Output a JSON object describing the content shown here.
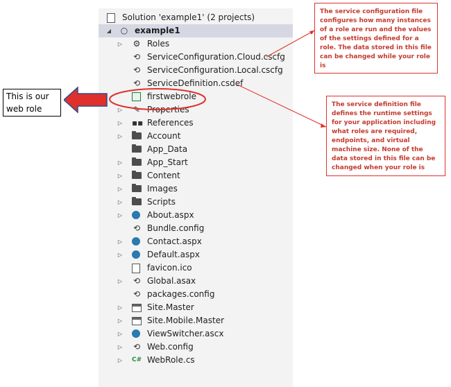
{
  "solution_explorer": {
    "items": [
      {
        "label": "Solution 'example1' (2 projects)",
        "icon": "solution-icon",
        "expander": "",
        "bold": false,
        "selected": false
      },
      {
        "label": "example1",
        "icon": "cloud-project-icon",
        "expander": "◢",
        "bold": true,
        "selected": true
      },
      {
        "label": "Roles",
        "icon": "roles-icon",
        "expander": "▷",
        "bold": false,
        "selected": false
      },
      {
        "label": "ServiceConfiguration.Cloud.cscfg",
        "icon": "config-file-icon",
        "expander": "",
        "bold": false,
        "selected": false
      },
      {
        "label": "ServiceConfiguration.Local.cscfg",
        "icon": "config-file-icon",
        "expander": "",
        "bold": false,
        "selected": false
      },
      {
        "label": "ServiceDefinition.csdef",
        "icon": "config-file-icon",
        "expander": "",
        "bold": false,
        "selected": false
      },
      {
        "label": "firstwebrole",
        "icon": "web-project-icon",
        "expander": "",
        "bold": false,
        "selected": false
      },
      {
        "label": "Properties",
        "icon": "wrench-icon",
        "expander": "▷",
        "bold": false,
        "selected": false
      },
      {
        "label": "References",
        "icon": "references-icon",
        "expander": "▷",
        "bold": false,
        "selected": false
      },
      {
        "label": "Account",
        "icon": "folder-icon",
        "expander": "▷",
        "bold": false,
        "selected": false
      },
      {
        "label": "App_Data",
        "icon": "folder-icon",
        "expander": "",
        "bold": false,
        "selected": false
      },
      {
        "label": "App_Start",
        "icon": "folder-icon",
        "expander": "▷",
        "bold": false,
        "selected": false
      },
      {
        "label": "Content",
        "icon": "folder-icon",
        "expander": "▷",
        "bold": false,
        "selected": false
      },
      {
        "label": "Images",
        "icon": "folder-icon",
        "expander": "▷",
        "bold": false,
        "selected": false
      },
      {
        "label": "Scripts",
        "icon": "folder-icon",
        "expander": "▷",
        "bold": false,
        "selected": false
      },
      {
        "label": "About.aspx",
        "icon": "aspx-page-icon",
        "expander": "▷",
        "bold": false,
        "selected": false
      },
      {
        "label": "Bundle.config",
        "icon": "config-file-icon",
        "expander": "",
        "bold": false,
        "selected": false
      },
      {
        "label": "Contact.aspx",
        "icon": "aspx-page-icon",
        "expander": "▷",
        "bold": false,
        "selected": false
      },
      {
        "label": "Default.aspx",
        "icon": "aspx-page-icon",
        "expander": "▷",
        "bold": false,
        "selected": false
      },
      {
        "label": "favicon.ico",
        "icon": "image-file-icon",
        "expander": "",
        "bold": false,
        "selected": false
      },
      {
        "label": "Global.asax",
        "icon": "config-file-icon",
        "expander": "▷",
        "bold": false,
        "selected": false
      },
      {
        "label": "packages.config",
        "icon": "config-file-icon",
        "expander": "",
        "bold": false,
        "selected": false
      },
      {
        "label": "Site.Master",
        "icon": "master-page-icon",
        "expander": "▷",
        "bold": false,
        "selected": false
      },
      {
        "label": "Site.Mobile.Master",
        "icon": "master-page-icon",
        "expander": "▷",
        "bold": false,
        "selected": false
      },
      {
        "label": "ViewSwitcher.ascx",
        "icon": "user-control-icon",
        "expander": "▷",
        "bold": false,
        "selected": false
      },
      {
        "label": "Web.config",
        "icon": "config-file-icon",
        "expander": "▷",
        "bold": false,
        "selected": false
      },
      {
        "label": "WebRole.cs",
        "icon": "csharp-file-icon",
        "expander": "▷",
        "bold": false,
        "selected": false
      }
    ]
  },
  "annotations": {
    "config_note": "The service configuration file configures how many instances of a role are run and the values of the settings defined for a role. The data stored in this file can be changed while your role is",
    "definition_note": "The service definition file defines the runtime settings for your application including what roles are required, endpoints, and virtual machine size. None of the data stored in this file can be changed when your role is",
    "web_role_note": "This is our web role"
  },
  "colors": {
    "annotation_red": "#e0302b",
    "selection": "#d5d8e3",
    "panel_bg": "#f3f3f3"
  }
}
